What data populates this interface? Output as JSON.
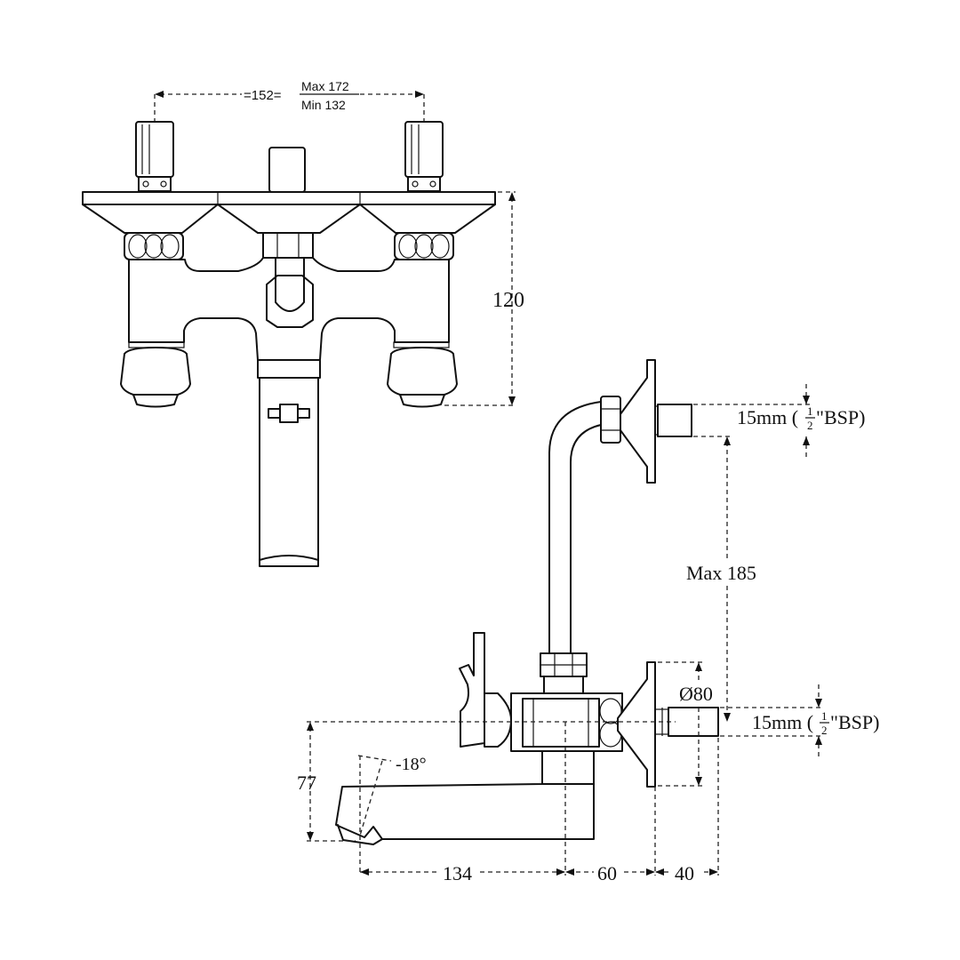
{
  "top_view": {
    "spacing_nominal": "=152=",
    "spacing_max": "Max 172",
    "spacing_min": "Min 132",
    "height": "120"
  },
  "side_view": {
    "inlet_top_label": "15mm (",
    "bsp_fraction_num": "1",
    "bsp_fraction_den": "2",
    "bsp_suffix": "\"BSP)",
    "inlet_bottom_label": "15mm (",
    "vertical_spacing": "Max 185",
    "flange_diameter": "Ø80",
    "outlet_height": "77",
    "spout_angle": "-18°",
    "length_spout": "134",
    "length_body": "60",
    "length_wall": "40"
  }
}
